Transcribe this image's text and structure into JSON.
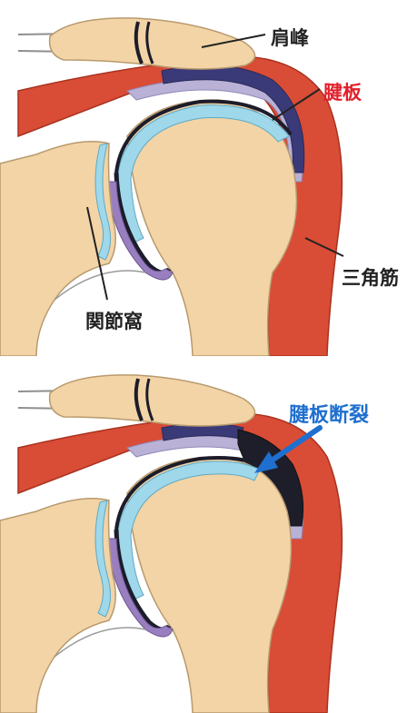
{
  "top_panel": {
    "labels": {
      "acromion": "肩峰",
      "rotator_cuff": "腱板",
      "deltoid": "三角筋",
      "glenoid": "関節窩"
    }
  },
  "bottom_panel": {
    "labels": {
      "rotator_cuff_tear": "腱板断裂"
    }
  },
  "colors": {
    "label_default": "#222222",
    "label_highlight_red": "#e0202a",
    "label_highlight_blue": "#1f6fd0",
    "arrow": "#1f6fd0",
    "bone": "#f2d4a6",
    "muscle": "#d94c36",
    "cartilage": "#9fd8ea",
    "bursa": "#b9b2d6",
    "tendon": "#3a3a78",
    "tear": "#1e1e2a"
  }
}
